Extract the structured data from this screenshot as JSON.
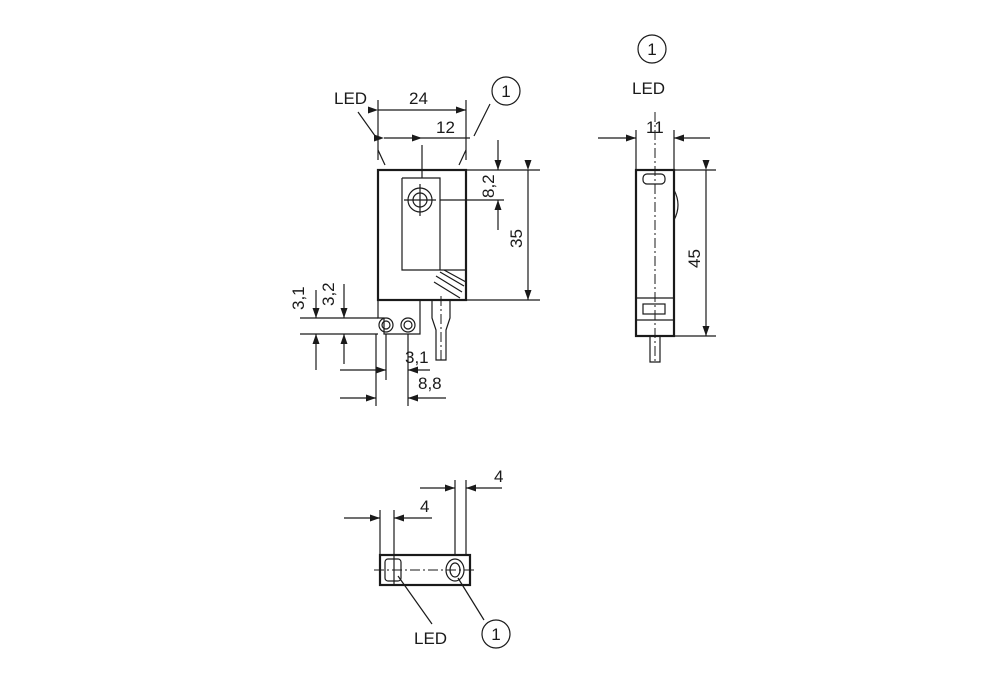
{
  "labels": {
    "led": "LED",
    "marker": "1"
  },
  "dimensions": {
    "front_width": "24",
    "front_offset": "12",
    "front_hole_offset": "8,2",
    "front_height": "35",
    "pin_offset_a": "3,1",
    "pin_offset_b": "3,2",
    "pin_pitch": "3,1",
    "pin_span": "8,8",
    "side_width": "11",
    "side_height": "45",
    "bottom_led_offset": "4",
    "bottom_hole_offset": "4"
  }
}
